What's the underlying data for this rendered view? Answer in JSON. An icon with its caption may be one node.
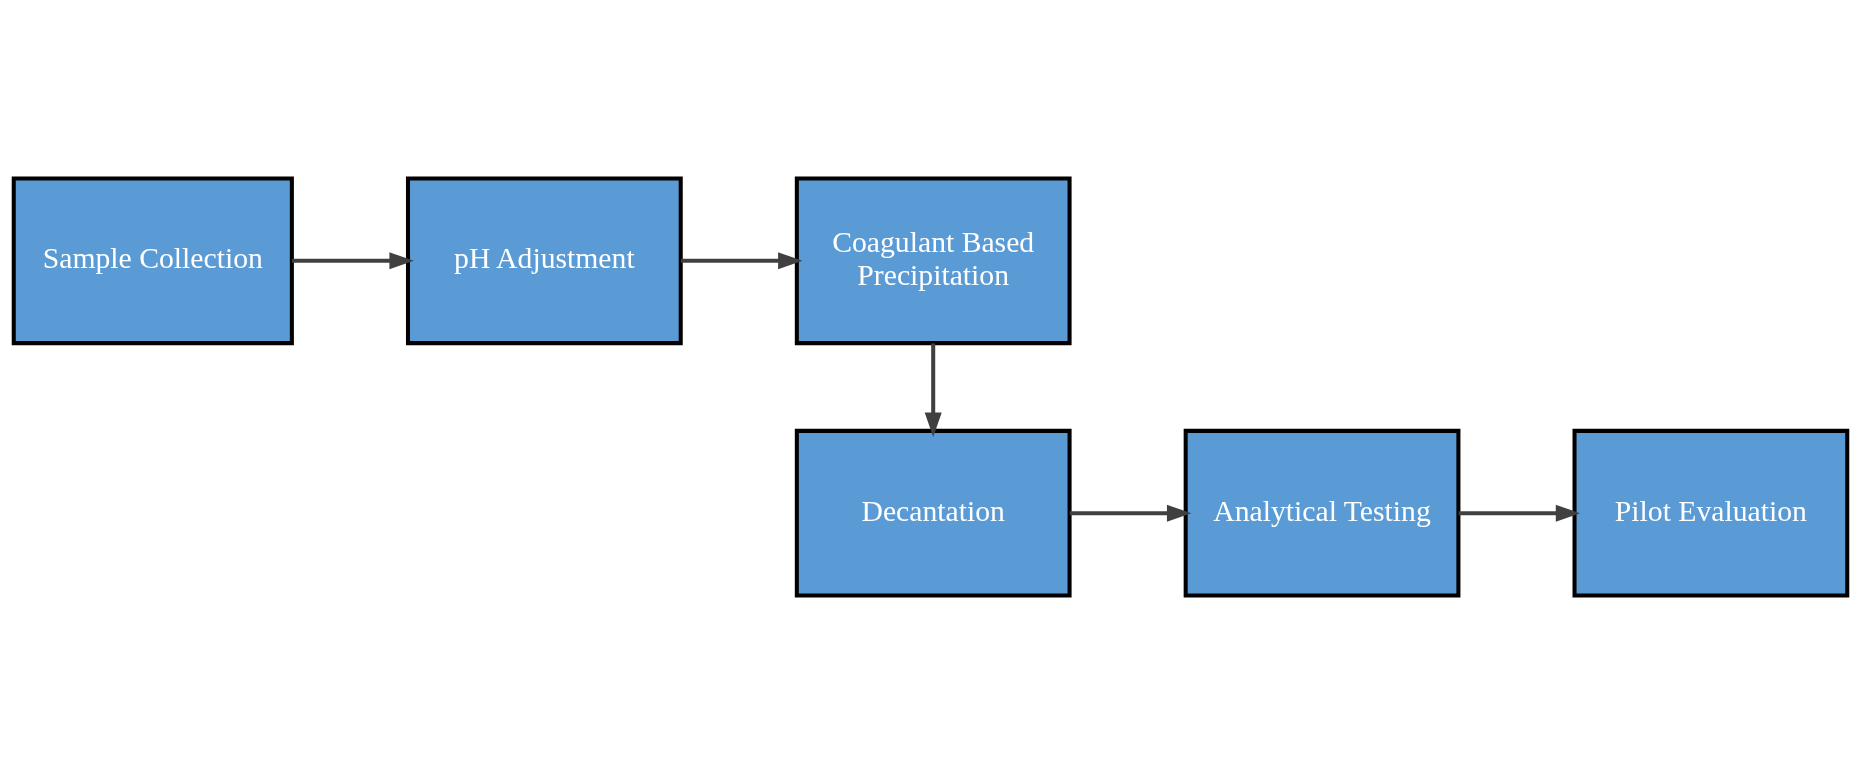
{
  "diagram": {
    "nodes": [
      {
        "text": [
          "Sample Collection"
        ]
      },
      {
        "text": [
          "pH Adjustment"
        ]
      },
      {
        "text": [
          "Coagulant Based Precipitation"
        ]
      },
      {
        "text": [
          "Decantation"
        ]
      },
      {
        "text": [
          "Analytical Testing"
        ]
      },
      {
        "text": [
          "Pilot Evaluation"
        ]
      }
    ],
    "edges": [
      {
        "from": 0,
        "to": 1,
        "arrow": "to"
      },
      {
        "from": 1,
        "to": 2,
        "arrow": "to"
      },
      {
        "from": 2,
        "to": 3,
        "arrow": "to"
      },
      {
        "from": 3,
        "to": 4,
        "arrow": "to"
      },
      {
        "from": 4,
        "to": 5,
        "arrow": "to"
      }
    ]
  }
}
